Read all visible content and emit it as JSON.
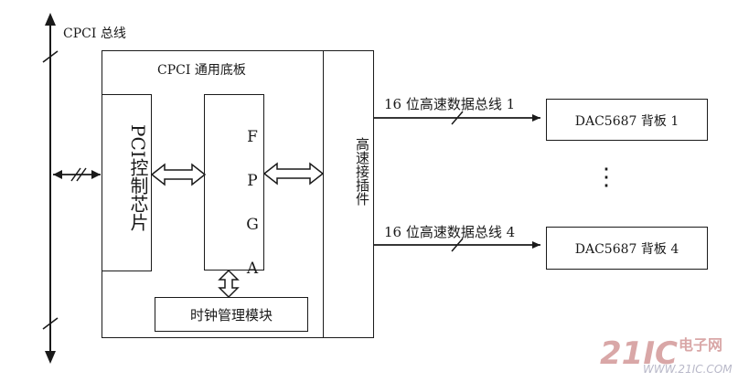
{
  "bus": {
    "label": "CPCI 总线"
  },
  "board": {
    "label": "CPCI 通用底板"
  },
  "pci_chip": {
    "label": "PCI控制芯片"
  },
  "fpga": {
    "label": "F P G A"
  },
  "clock": {
    "label": "时钟管理模块"
  },
  "connector": {
    "label": "高速接插件"
  },
  "links": [
    {
      "label": "16 位高速数据总线 1",
      "target": "DAC5687 背板 1"
    },
    {
      "label": "16 位高速数据总线 4",
      "target": "DAC5687 背板 4"
    }
  ],
  "ellipsis": "⋮",
  "watermark": {
    "logo": "21IC",
    "cn": "电子网",
    "url": "WWW.21IC.COM"
  }
}
